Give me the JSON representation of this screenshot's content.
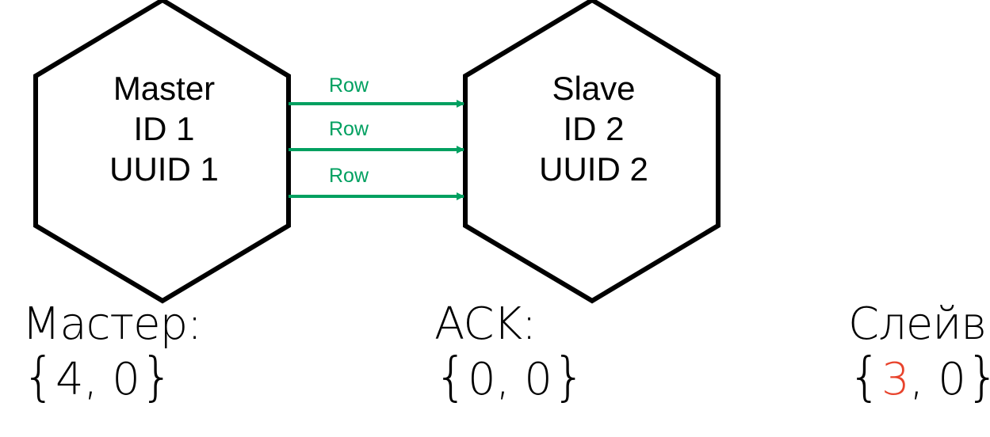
{
  "nodes": {
    "master": {
      "line1": "Master",
      "line2": "ID 1",
      "line3": "UUID 1"
    },
    "slave": {
      "line1": "Slave",
      "line2": "ID 2",
      "line3": "UUID 2"
    }
  },
  "arrows": [
    {
      "label": "Row"
    },
    {
      "label": "Row"
    },
    {
      "label": "Row"
    }
  ],
  "states": {
    "master": {
      "title": "Мастер:",
      "open": "{",
      "first": "4",
      "sep": ", ",
      "second": "0",
      "close": "}"
    },
    "ack": {
      "title": "ACK:",
      "open": "{",
      "first": "0",
      "sep": ", ",
      "second": "0",
      "close": "}"
    },
    "slave": {
      "title": "Слейв:",
      "open": "{",
      "first": "3",
      "sep": ", ",
      "second": "0",
      "close": "}"
    }
  },
  "colors": {
    "arrow": "#00a060",
    "outline": "#000000",
    "highlight": "#e8432c"
  }
}
